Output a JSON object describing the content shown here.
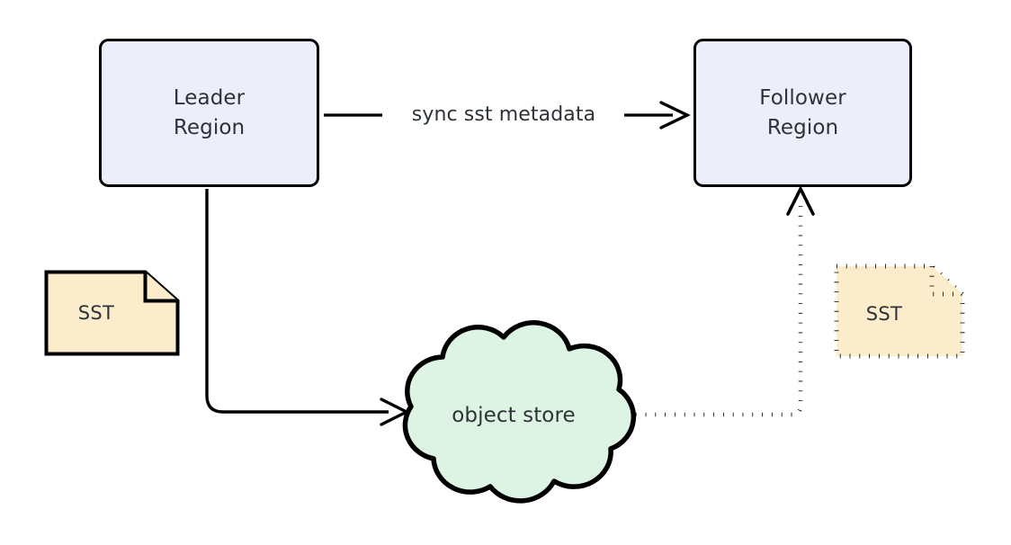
{
  "diagram": {
    "type": "flowchart",
    "title": "",
    "background_color": "#ffffff",
    "stroke_color": "#000000",
    "text_color": "#2e3338",
    "nodes": [
      {
        "id": "leader",
        "shape": "rounded-rectangle",
        "label_line1": "Leader",
        "label_line2": "Region",
        "fill": "#eceff9",
        "stroke": "#000000"
      },
      {
        "id": "follower",
        "shape": "rounded-rectangle",
        "label_line1": "Follower",
        "label_line2": "Region",
        "fill": "#eceff9",
        "stroke": "#000000"
      },
      {
        "id": "sst_leader",
        "shape": "note",
        "label": "SST",
        "fill": "#fbeccb",
        "stroke": "#000000",
        "stroke_style": "solid"
      },
      {
        "id": "sst_follower",
        "shape": "note",
        "label": "SST",
        "fill": "#fbeccb",
        "stroke": "#000000",
        "stroke_style": "dotted"
      },
      {
        "id": "object_store",
        "shape": "cloud",
        "label": "object store",
        "fill": "#ddf3e4",
        "stroke": "#000000"
      }
    ],
    "edges": [
      {
        "id": "leader-to-follower",
        "from": "leader",
        "to": "follower",
        "label": "sync sst metadata",
        "style": "solid",
        "arrow": "end"
      },
      {
        "id": "leader-to-object-store",
        "from": "leader",
        "to": "object_store",
        "label": "",
        "style": "solid",
        "arrow": "end"
      },
      {
        "id": "object-store-to-follower",
        "from": "object_store",
        "to": "follower",
        "label": "",
        "style": "dotted",
        "arrow": "end"
      }
    ]
  }
}
